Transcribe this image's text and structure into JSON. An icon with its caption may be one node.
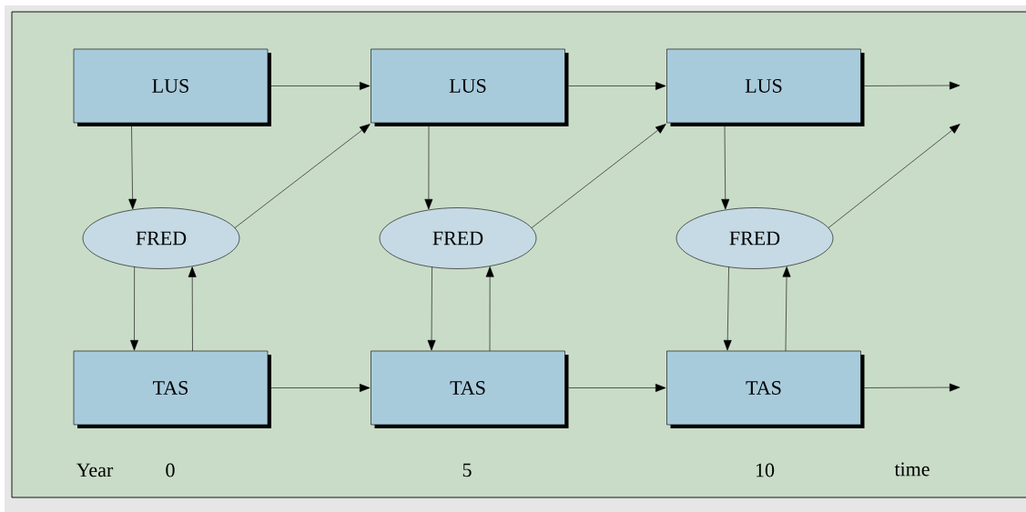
{
  "diagram": {
    "nodes": [
      {
        "text": [
          "LUS"
        ]
      },
      {
        "text": [
          "LUS"
        ]
      },
      {
        "text": [
          "LUS"
        ]
      },
      {
        "text": [
          "FRED"
        ]
      },
      {
        "text": [
          "FRED"
        ]
      },
      {
        "text": [
          "FRED"
        ]
      },
      {
        "text": [
          "TAS"
        ]
      },
      {
        "text": [
          "TAS"
        ]
      },
      {
        "text": [
          "TAS"
        ]
      }
    ],
    "edges": [
      {
        "from": 0,
        "to": 1,
        "arrow": "to"
      },
      {
        "from": 1,
        "to": 2,
        "arrow": "to"
      },
      {
        "from": 2,
        "to": null,
        "arrow": "to"
      },
      {
        "from": 0,
        "to": 3,
        "arrow": "to"
      },
      {
        "from": 1,
        "to": 4,
        "arrow": "to"
      },
      {
        "from": 2,
        "to": 5,
        "arrow": "to"
      },
      {
        "from": 3,
        "to": 1,
        "arrow": "to"
      },
      {
        "from": 4,
        "to": 2,
        "arrow": "to"
      },
      {
        "from": 5,
        "to": null,
        "arrow": "to"
      },
      {
        "from": 3,
        "to": 6,
        "arrow": "to"
      },
      {
        "from": 6,
        "to": 3,
        "arrow": "to"
      },
      {
        "from": 4,
        "to": 7,
        "arrow": "to"
      },
      {
        "from": 7,
        "to": 4,
        "arrow": "to"
      },
      {
        "from": 5,
        "to": 8,
        "arrow": "to"
      },
      {
        "from": 8,
        "to": 5,
        "arrow": "to"
      },
      {
        "from": 6,
        "to": 7,
        "arrow": "to"
      },
      {
        "from": 7,
        "to": 8,
        "arrow": "to"
      },
      {
        "from": 8,
        "to": null,
        "arrow": "to"
      }
    ],
    "labels": [
      "Year",
      "0",
      "5",
      "10",
      "time"
    ]
  }
}
